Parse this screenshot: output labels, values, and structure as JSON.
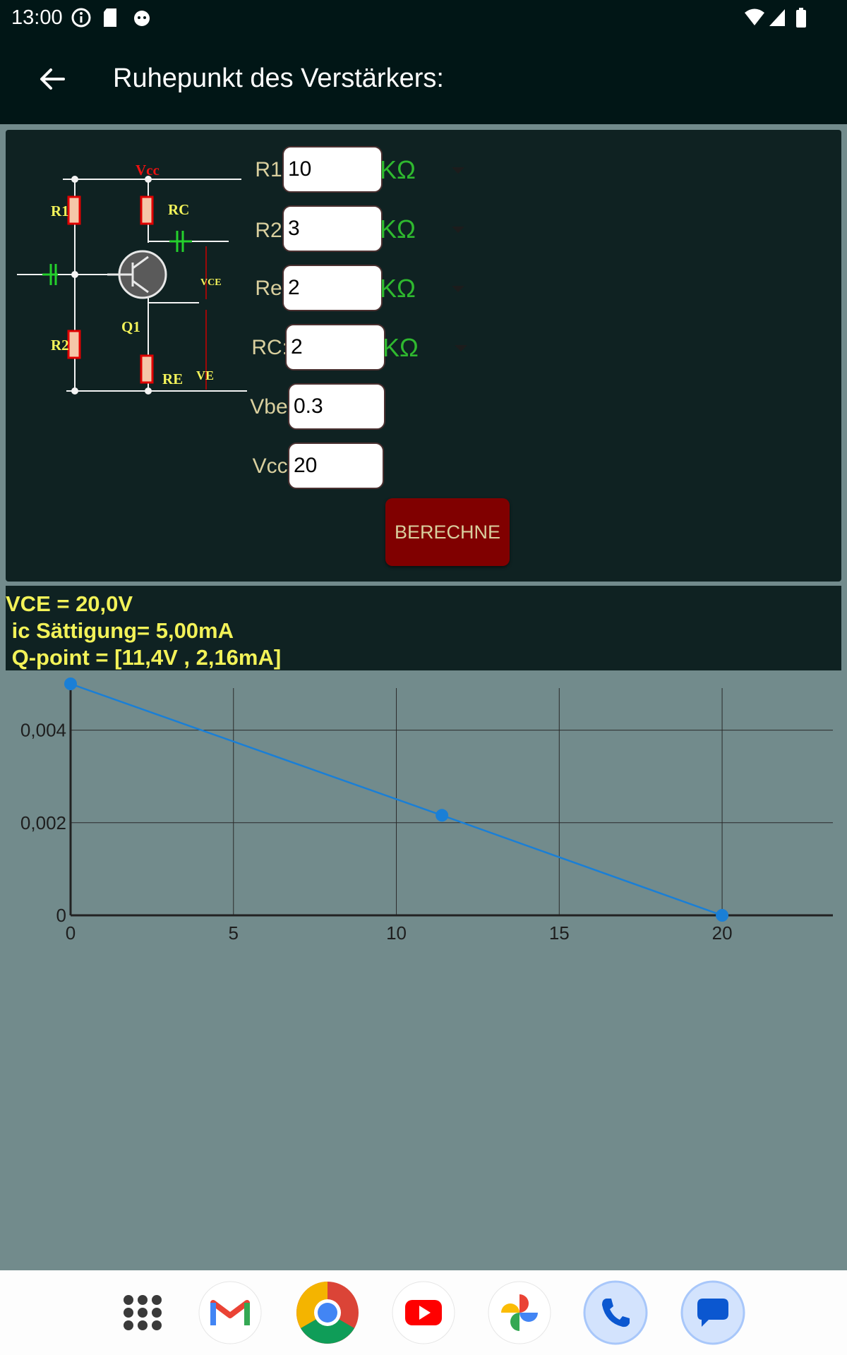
{
  "status": {
    "time": "13:00"
  },
  "appbar": {
    "title": "Ruhepunkt des Verstärkers:"
  },
  "circuit": {
    "vcc": "Vcc",
    "r1": "R1",
    "r2": "R2",
    "rc": "RC",
    "re": "RE",
    "q1": "Q1",
    "vce": "VCE",
    "ve": "VE"
  },
  "form": {
    "r1": {
      "label": "R1:",
      "value": "10",
      "unit": "KΩ"
    },
    "r2": {
      "label": "R2:",
      "value": "3",
      "unit": "KΩ"
    },
    "re": {
      "label": "Re:",
      "value": "2",
      "unit": "KΩ"
    },
    "rc": {
      "label": "RC:",
      "value": "2",
      "unit": "KΩ"
    },
    "vbe": {
      "label": "Vbe:",
      "value": "0.3"
    },
    "vcc": {
      "label": "Vcc:",
      "value": "20"
    },
    "button": "BERECHNE"
  },
  "result": {
    "line1": "VCE = 20,0V",
    "line2": " ic Sättigung= 5,00mA",
    "line3": " Q-point = [11,4V , 2,16mA]"
  },
  "chart_data": {
    "type": "line",
    "x_ticks": [
      "0",
      "5",
      "10",
      "15",
      "20"
    ],
    "y_ticks": [
      "0",
      "0,002",
      "0,004"
    ],
    "xlim": [
      0,
      23.4
    ],
    "ylim": [
      0,
      0.005
    ],
    "series": [
      {
        "x": [
          0,
          11.4,
          20
        ],
        "y": [
          0.005,
          0.00216,
          0
        ]
      }
    ],
    "line_color": "#1a7fd6",
    "grid": true
  },
  "dock": {
    "apps": [
      "app-drawer-icon",
      "gmail-icon",
      "chrome-icon",
      "youtube-icon",
      "photos-icon",
      "phone-icon",
      "messages-icon"
    ]
  }
}
